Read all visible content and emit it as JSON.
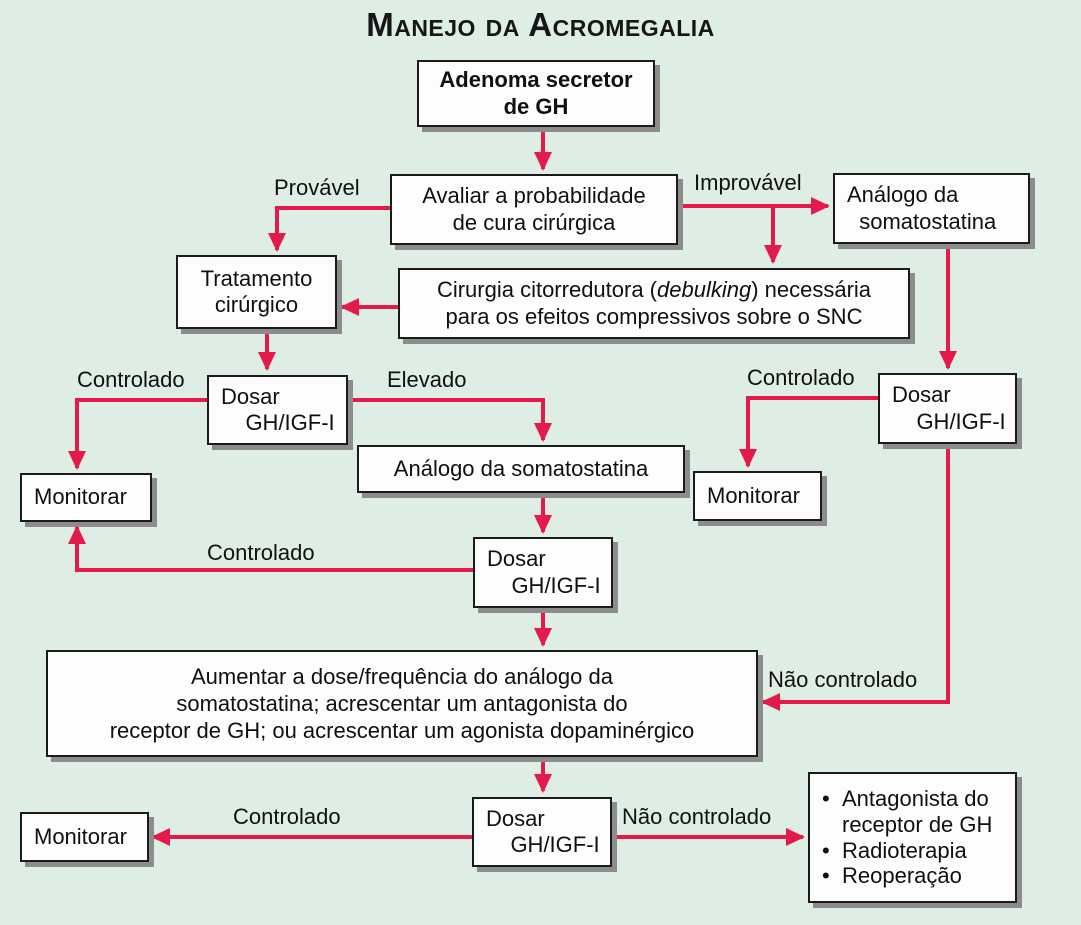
{
  "title": "Manejo da Acromegalia",
  "colors": {
    "background": "#deeee4",
    "arrow": "#e41a4b",
    "box_background": "#fdfdfd",
    "box_border": "#1b1b1b",
    "box_shadow": "#8c8c8c",
    "text": "#101010"
  },
  "nodes": {
    "adenoma": {
      "text": "Adenoma secretor\nde GH"
    },
    "avaliar": {
      "text": "Avaliar a probabilidade\nde cura cirúrgica"
    },
    "analogo_somatostatina_top": {
      "text": "Análogo da\n  somatostatina"
    },
    "tratamento_cirurgico": {
      "text": "Tratamento\ncirúrgico"
    },
    "cirurgia_citorredutora": {
      "line1_pre": "Cirurgia citorredutora (",
      "line1_italic": "debulking",
      "line1_post": ") necessária",
      "line2": "para os efeitos compressivos sobre o SNC"
    },
    "dosar_gh_igf_left": {
      "text": "Dosar\n    GH/IGF-I"
    },
    "dosar_gh_igf_right": {
      "text": "Dosar\n    GH/IGF-I"
    },
    "monitorar_left": {
      "text": "Monitorar"
    },
    "monitorar_right": {
      "text": "Monitorar"
    },
    "analogo_somatostatina_mid": {
      "text": "Análogo da somatostatina"
    },
    "dosar_gh_igf_mid": {
      "text": "Dosar\n    GH/IGF-I"
    },
    "aumentar_dose": {
      "text": "Aumentar a dose/frequência do análogo da\nsomatostatina; acrescentar um antagonista do\nreceptor de GH; ou acrescentar um agonista dopaminérgico"
    },
    "dosar_gh_igf_bottom": {
      "text": "Dosar\n    GH/IGF-I"
    },
    "monitorar_bottom": {
      "text": "Monitorar"
    },
    "opcoes_finais": {
      "bullet": "•",
      "items": [
        "Antagonista do receptor de GH",
        "Radioterapia",
        "Reoperação"
      ]
    }
  },
  "edge_labels": {
    "provavel": "Provável",
    "improvavel": "Improvável",
    "controlado_left": "Controlado",
    "elevado": "Elevado",
    "controlado_right": "Controlado",
    "controlado_mid": "Controlado",
    "nao_controlado_right": "Não controlado",
    "controlado_bottom": "Controlado",
    "nao_controlado_bottom": "Não controlado"
  }
}
